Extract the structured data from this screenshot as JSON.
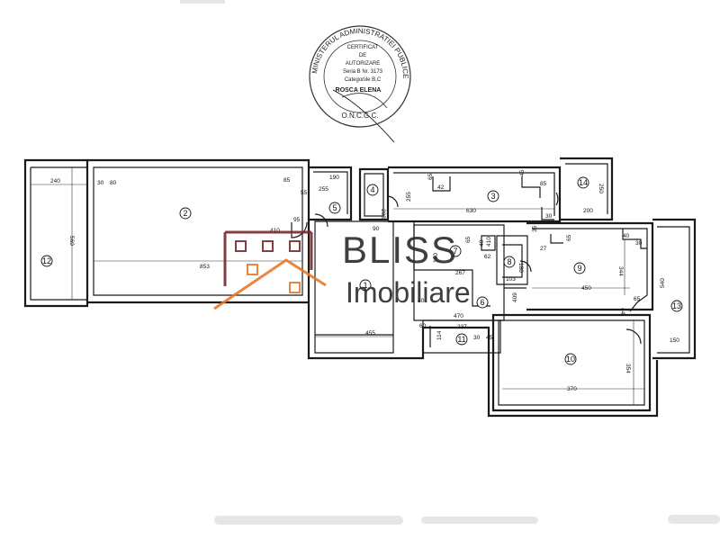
{
  "colors": {
    "wall": "#1a1a1a",
    "watermark_house": "#7a2a2f",
    "watermark_roof": "#e8782a",
    "watermark_text": "#2b2b2b"
  },
  "stamp": {
    "ring_text": "MINISTERUL ADMINISTRATIEI PUBLICE",
    "bottom_text": "O.N.C.G.C.",
    "line1": "CERTIFICAT",
    "line2": "DE",
    "line3": "AUTORIZARE",
    "line4": "Seria B  Nr. 3173",
    "line5": "Categoriile B,C",
    "name": "ROSCA ELENA"
  },
  "watermark": {
    "brand": "BLISS",
    "subtitle": "Imobiliare"
  },
  "rooms": {
    "r1": "1",
    "r2": "2",
    "r3": "3",
    "r4": "4",
    "r5": "5",
    "r6": "6",
    "r7": "7",
    "r8": "8",
    "r9": "9",
    "r10": "10",
    "r11": "11",
    "r12": "12",
    "r13": "13",
    "r14": "14"
  },
  "dimensions": {
    "d240": "240",
    "d560": "560",
    "d853": "853",
    "d30a": "30",
    "d80": "80",
    "d85a": "85",
    "d55": "55",
    "d410": "410",
    "d95": "95",
    "d190": "190",
    "d255a": "255",
    "d208": "208",
    "d90": "90",
    "d255b": "255",
    "d65a": "65",
    "d42": "42",
    "d45a": "45",
    "d85b": "85",
    "d630": "630",
    "d30b": "30",
    "d35": "35",
    "d200": "200",
    "d250": "250",
    "d40a": "40",
    "d410b": "410",
    "d65b": "65",
    "d62": "62",
    "d180": "180",
    "d267": "267",
    "d100": "100",
    "d103": "103",
    "d27": "27",
    "d65c": "65",
    "d40b": "40",
    "d30c": "30",
    "d344": "344",
    "d450": "450",
    "d65d": "65",
    "d44": "44",
    "d540": "540",
    "d150": "150",
    "d40c": "40",
    "d470": "470",
    "d60": "60",
    "d114": "114",
    "d237": "237",
    "d30d": "30",
    "d45b": "45",
    "d455": "455",
    "d354": "354",
    "d370": "370",
    "d409": "409"
  }
}
